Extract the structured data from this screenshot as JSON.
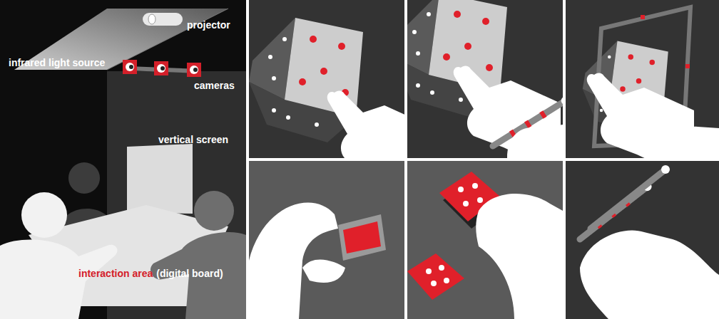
{
  "diagram": {
    "labels": [
      "projector",
      "infrared light source",
      "cameras",
      "vertical screen",
      "interaction area",
      "(digital board)"
    ]
  }
}
